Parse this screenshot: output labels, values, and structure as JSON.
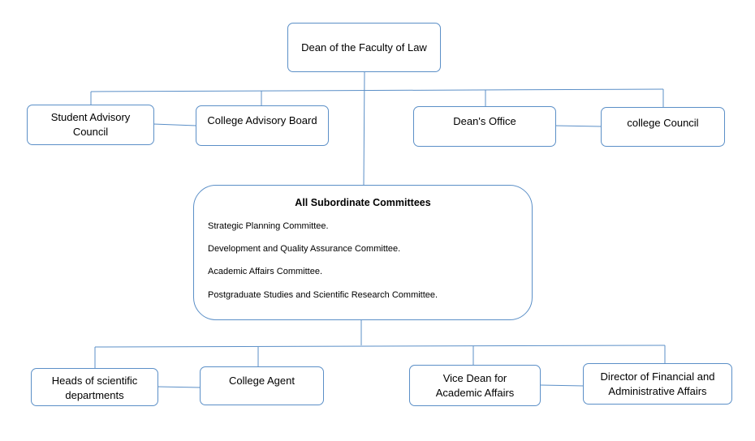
{
  "top": {
    "label": "Dean of the Faculty of Law"
  },
  "upper_row": [
    {
      "label": "Student Advisory Council"
    },
    {
      "label": "College Advisory Board"
    },
    {
      "label": "Dean's Office"
    },
    {
      "label": "college Council"
    }
  ],
  "committees": {
    "title": "All Subordinate Committees",
    "items": [
      "Strategic Planning Committee.",
      "Development and Quality Assurance Committee.",
      "Academic Affairs Committee.",
      "Postgraduate Studies and Scientific Research Committee."
    ]
  },
  "lower_row": [
    {
      "label": "Heads of scientific departments"
    },
    {
      "label": "College Agent"
    },
    {
      "label": "Vice Dean for Academic Affairs"
    },
    {
      "label": "Director of Financial and Administrative Affairs"
    }
  ],
  "colors": {
    "border": "#5b8fc7",
    "line": "#5b8fc7"
  }
}
